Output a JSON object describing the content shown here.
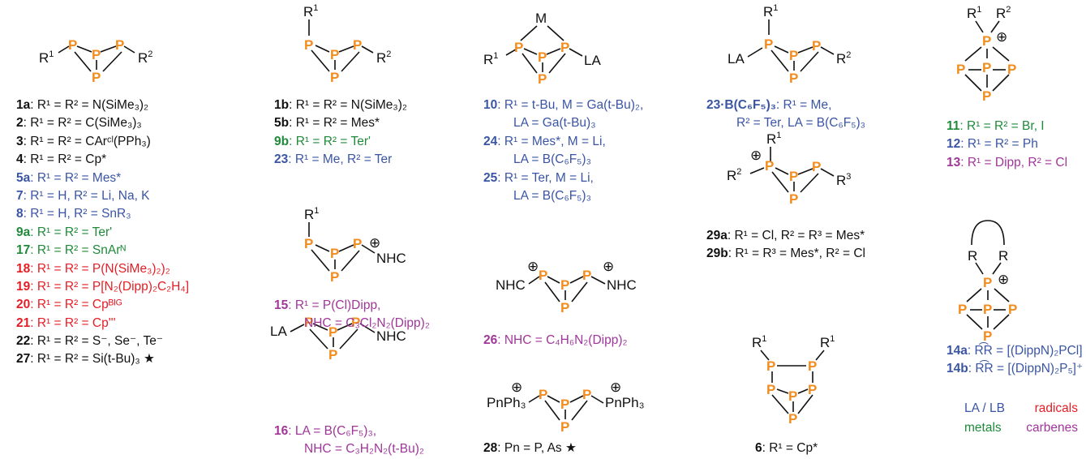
{
  "col1": [
    {
      "id": "1a",
      "text": ":  R¹ = R² = N(SiMe₃)₂",
      "c": "black"
    },
    {
      "id": "2",
      "text": ":   R¹ = R² = C(SiMe₃)₃",
      "c": "black"
    },
    {
      "id": "3",
      "text": ":   R¹ = R² = CArᶜˡ(PPh₃)",
      "c": "black"
    },
    {
      "id": "4",
      "text": ":   R¹ = R² = Cp*",
      "c": "black"
    },
    {
      "id": "5a",
      "text": ":  R¹ = R² = Mes*",
      "c": "blue"
    },
    {
      "id": "7",
      "text": ":   R¹ = H, R² = Li, Na, K",
      "c": "blue"
    },
    {
      "id": "8",
      "text": ":   R¹ = H, R² = SnR₃",
      "c": "blue"
    },
    {
      "id": "9a",
      "text": ":  R¹ = R² = Ter'",
      "c": "green"
    },
    {
      "id": "17",
      "text": ":  R¹ = R² = SnArᴺ",
      "c": "green"
    },
    {
      "id": "18",
      "text": ":  R¹ = R² = P(N(SiMe₃)₂)₂",
      "c": "red"
    },
    {
      "id": "19",
      "text": ":  R¹ = R² = P[N₂(Dipp)₂C₂H₄]",
      "c": "red"
    },
    {
      "id": "20",
      "text": ":  R¹ = R² = Cpᴮᴵᴳ",
      "c": "red"
    },
    {
      "id": "21",
      "text": ":  R¹ = R² = Cp'''",
      "c": "red"
    },
    {
      "id": "22",
      "text": ":  R¹ = R² = S⁻, Se⁻, Te⁻",
      "c": "black"
    },
    {
      "id": "27",
      "text": ":  R¹ = R² = Si(t-Bu)₃  ★",
      "c": "black"
    }
  ],
  "col2a": [
    {
      "id": "1b",
      "text": ":  R¹ = R² = N(SiMe₃)₂",
      "c": "black"
    },
    {
      "id": "5b",
      "text": ":  R¹ = R² = Mes*",
      "c": "black"
    },
    {
      "id": "9b",
      "text": ":  R¹ = R² = Ter'",
      "c": "green"
    },
    {
      "id": "23",
      "text": ":  R¹ = Me, R² = Ter",
      "c": "blue"
    }
  ],
  "col2b": [
    {
      "id": "15",
      "text": ":  R¹ = P(Cl)Dipp,",
      "c": "purple"
    },
    {
      "id": "",
      "text": "NHC = C₃Cl₂N₂(Dipp)₂",
      "c": "purple"
    }
  ],
  "col2c": [
    {
      "id": "16",
      "text": ":  LA = B(C₆F₅)₃,",
      "c": "purple"
    },
    {
      "id": "",
      "text": "NHC = C₃H₂N₂(t-Bu)₂",
      "c": "purple"
    }
  ],
  "col3a": [
    {
      "id": "10",
      "text": ":  R¹ = t-Bu, M = Ga(t-Bu)₂,",
      "c": "blue"
    },
    {
      "id": "",
      "text": "LA = Ga(t-Bu)₃",
      "c": "blue"
    },
    {
      "id": "24",
      "text": ":  R¹ = Mes*, M = Li,",
      "c": "blue"
    },
    {
      "id": "",
      "text": "LA = B(C₆F₅)₃",
      "c": "blue"
    },
    {
      "id": "25",
      "text": ":  R¹ = Ter, M = Li,",
      "c": "blue"
    },
    {
      "id": "",
      "text": "LA = B(C₆F₅)₃",
      "c": "blue"
    }
  ],
  "col3b": [
    {
      "id": "26",
      "text": ":  NHC = C₄H₆N₂(Dipp)₂",
      "c": "purple"
    }
  ],
  "col3c": [
    {
      "id": "28",
      "text": ":  Pn = P, As ★",
      "c": "black"
    }
  ],
  "col4a": [
    {
      "id": "23·B(C₆F₅)₃",
      "text": ":  R¹ = Me,",
      "c": "blue"
    },
    {
      "id": "",
      "text": "R² = Ter, LA = B(C₆F₅)₃",
      "c": "blue"
    }
  ],
  "col4b": [
    {
      "id": "29a",
      "text": ":  R¹ = Cl, R² = R³ = Mes*",
      "c": "black"
    },
    {
      "id": "29b",
      "text": ":  R¹ = R³ = Mes*, R² = Cl",
      "c": "black"
    }
  ],
  "col4c": [
    {
      "id": "6",
      "text": ":  R¹ = Cp*",
      "c": "black"
    }
  ],
  "col5a": [
    {
      "id": "11",
      "text": ":  R¹ = R² = Br, I",
      "c": "green"
    },
    {
      "id": "12",
      "text": ":  R¹ = R² = Ph",
      "c": "blue"
    },
    {
      "id": "13",
      "text": ":  R¹ = Dipp, R² = Cl",
      "c": "purple"
    }
  ],
  "col5b": [
    {
      "id": "14a",
      "text": ":  R͡R = [(DippN)₂PCl]",
      "c": "blue"
    },
    {
      "id": "14b",
      "text": ":  R͡R = [(DippN)₂P₅]⁺",
      "c": "blue"
    }
  ],
  "legend": {
    "la_lb": "LA / LB",
    "radicals": "radicals",
    "metals": "metals",
    "carbenes": "carbenes"
  },
  "labels": {
    "P": "P",
    "R1": "R",
    "R2": "R",
    "R3": "R",
    "R": "R",
    "M": "M",
    "LA": "LA",
    "NHC": "NHC",
    "PnPh3": "PnPh₃",
    "sup1": "1",
    "sup2": "2",
    "sup3": "3",
    "plus": "⊕"
  },
  "colors": {
    "black": "#111111",
    "blue": "#3a55a4",
    "green": "#1f8a3a",
    "red": "#e41e26",
    "purple": "#a0369a",
    "phosphorus": "#f28c1e"
  }
}
